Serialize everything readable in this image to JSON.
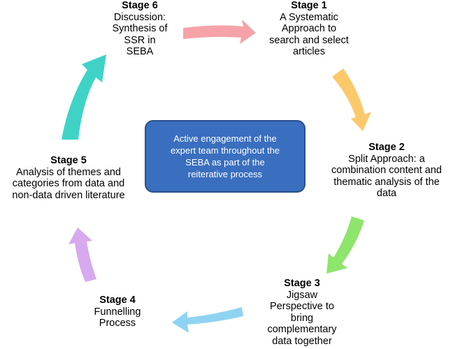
{
  "colors": {
    "arrow_stage6_to_1": "#f5a3a8",
    "arrow_stage1_to_2": "#fbc96b",
    "arrow_stage2_to_3": "#8ee56b",
    "arrow_stage3_to_4": "#8fd3f2",
    "arrow_stage4_to_5": "#d7a9ee",
    "arrow_stage5_to_6": "#3fd3c8",
    "center_box_fill": "#3a6fbf",
    "center_box_text": "#ffffff"
  },
  "center": {
    "text": "Active engagement of the\nexpert team throughout the\nSEBA as part of the\nreiterative process"
  },
  "stages": {
    "s1": {
      "title": "Stage 1",
      "desc": "A Systematic\nApproach to\nsearch and select\narticles"
    },
    "s2": {
      "title": "Stage 2",
      "desc": "Split Approach: a\ncombination content and\nthematic analysis of the\ndata"
    },
    "s3": {
      "title": "Stage 3",
      "desc": "Jigsaw\nPerspective to\nbring\ncomplementary\ndata together"
    },
    "s4": {
      "title": "Stage 4",
      "desc": "Funnelling\nProcess"
    },
    "s5": {
      "title": "Stage 5",
      "desc": "Analysis of themes and\ncategories from data and\nnon-data driven literature"
    },
    "s6": {
      "title": "Stage 6",
      "desc": "Discussion:\nSynthesis of\nSSR in\nSEBA"
    }
  }
}
